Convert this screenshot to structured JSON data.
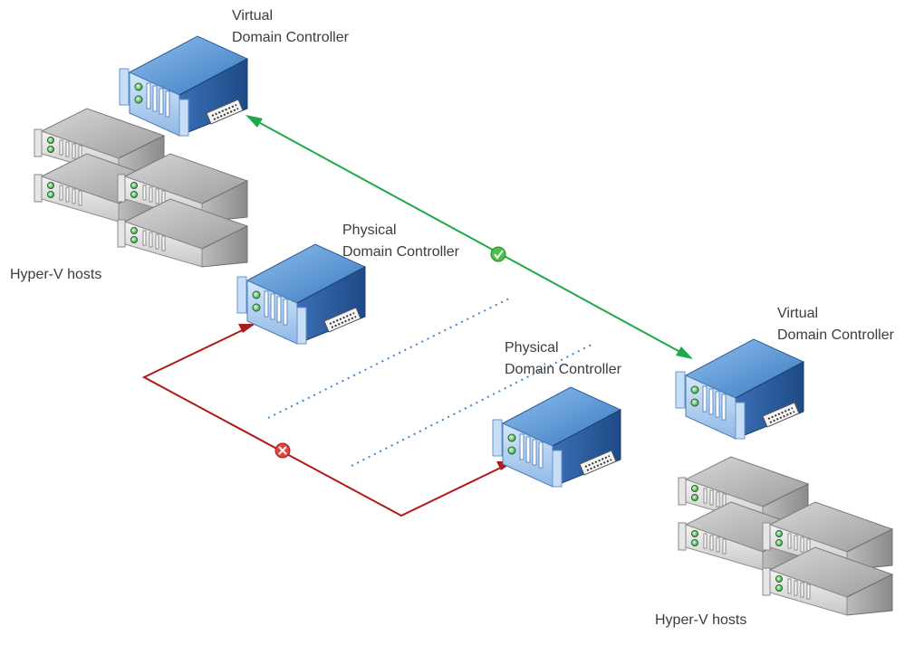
{
  "labels": {
    "virtual_dc_top": {
      "line1": "Virtual",
      "line2": "Domain Controller"
    },
    "virtual_dc_right": {
      "line1": "Virtual",
      "line2": "Domain Controller"
    },
    "physical_dc_left": {
      "line1": "Physical",
      "line2": "Domain Controller"
    },
    "physical_dc_right": {
      "line1": "Physical",
      "line2": "Domain Controller"
    },
    "hyperv_left": "Hyper-V hosts",
    "hyperv_right": "Hyper-V hosts"
  },
  "connections": [
    {
      "from": "virtual-dc-top",
      "to": "virtual-dc-right",
      "status": "ok",
      "color": "#1fa84a",
      "icon": "check-icon"
    },
    {
      "from": "physical-dc-left",
      "to": "physical-dc-right",
      "status": "failed",
      "color": "#b01a1a",
      "icon": "error-x-icon"
    }
  ],
  "colors": {
    "dc_server": "#3d7cc4",
    "host_server": "#9a9a9a",
    "separator": "#3a86d0"
  }
}
